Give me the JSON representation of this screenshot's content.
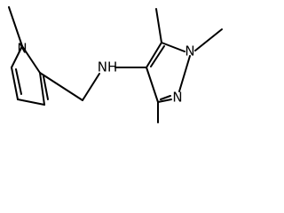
{
  "molecule": {
    "atoms": {
      "pyrrole_n": "N",
      "amine_nh": "NH",
      "pyrazole_n1": "N",
      "pyrazole_n2": "N"
    }
  }
}
